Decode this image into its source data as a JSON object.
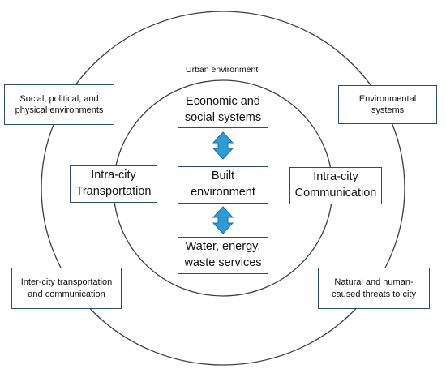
{
  "diagram": {
    "urban_label": "Urban environment",
    "core": {
      "economic": [
        "Economic and",
        "social systems"
      ],
      "built": [
        "Built",
        "environment"
      ],
      "water": [
        "Water, energy,",
        "waste services"
      ],
      "transport": [
        "Intra-city",
        "Transportation"
      ],
      "communication": [
        "Intra-city",
        "Communication"
      ]
    },
    "external": {
      "social": [
        "Social, political, and",
        "physical environments"
      ],
      "environmental": [
        "Environmental",
        "systems"
      ],
      "intercity": [
        "Inter-city transportation",
        "and communication"
      ],
      "threats": [
        "Natural and human-",
        "caused threats to city"
      ]
    }
  },
  "colors": {
    "circle_stroke": "#3a3f46",
    "box_border": "#2b4d6f",
    "arrow_fill": "#2e9ad6",
    "arrow_stroke": "#1f6fa3"
  }
}
